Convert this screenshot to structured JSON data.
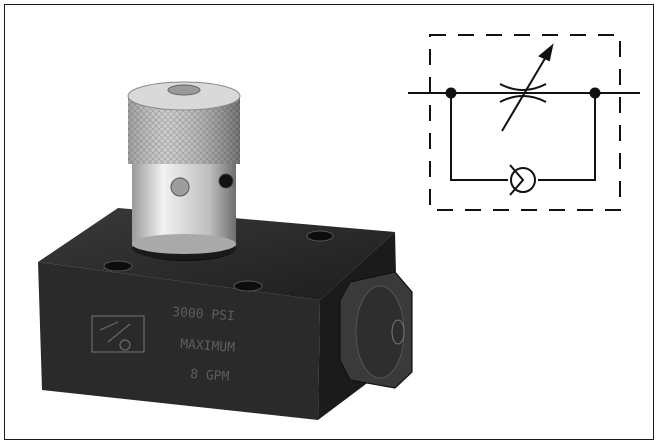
{
  "photo": {
    "subject": "inline-flow-control-valve",
    "body_engraving": [
      "3000 PSI",
      "MAXIMUM",
      "8 GPM"
    ]
  },
  "schematic": {
    "symbol": "flow-control-with-check-valve"
  },
  "colors": {
    "frame": "#1a1a1a",
    "background": "#ffffff",
    "block": "#2c2c2c",
    "knob": "#c8c8c8",
    "schematic_line": "#111111"
  }
}
